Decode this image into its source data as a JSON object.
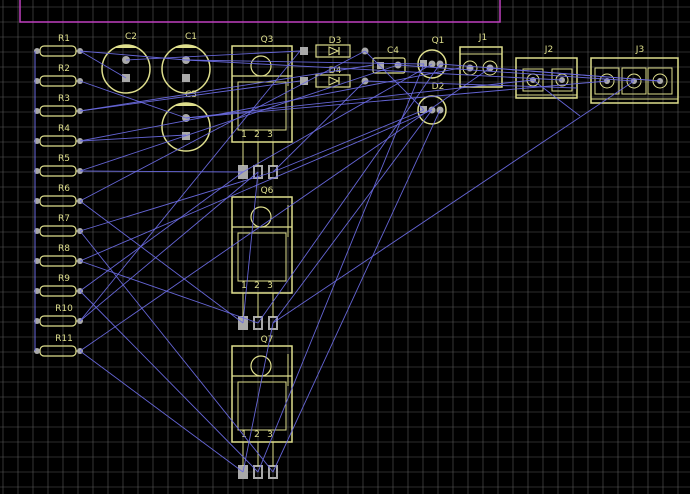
{
  "colors": {
    "background": "#000000",
    "grid": "#5a5a5a",
    "silkscreen": "#dede8c",
    "pad": "#a9a9a9",
    "ratsnest": "#6a6adf",
    "board_outline": "#c040c0"
  },
  "resistors": [
    {
      "ref": "R1"
    },
    {
      "ref": "R2"
    },
    {
      "ref": "R3"
    },
    {
      "ref": "R4"
    },
    {
      "ref": "R5"
    },
    {
      "ref": "R6"
    },
    {
      "ref": "R7"
    },
    {
      "ref": "R8"
    },
    {
      "ref": "R9"
    },
    {
      "ref": "R10"
    },
    {
      "ref": "R11"
    }
  ],
  "capacitors": [
    {
      "ref": "C2"
    },
    {
      "ref": "C1"
    },
    {
      "ref": "C3"
    },
    {
      "ref": "C4"
    }
  ],
  "diodes": [
    {
      "ref": "D3"
    },
    {
      "ref": "D4"
    }
  ],
  "small_transistors": [
    {
      "ref": "Q1"
    },
    {
      "ref": "D2"
    }
  ],
  "power_transistors": [
    {
      "ref": "Q3",
      "pins": [
        "1",
        "2",
        "3"
      ]
    },
    {
      "ref": "Q6",
      "pins": [
        "1",
        "2",
        "3"
      ]
    },
    {
      "ref": "Q7",
      "pins": [
        "1",
        "2",
        "3"
      ]
    }
  ],
  "connectors": [
    {
      "ref": "J1"
    },
    {
      "ref": "J2"
    },
    {
      "ref": "J3"
    }
  ]
}
